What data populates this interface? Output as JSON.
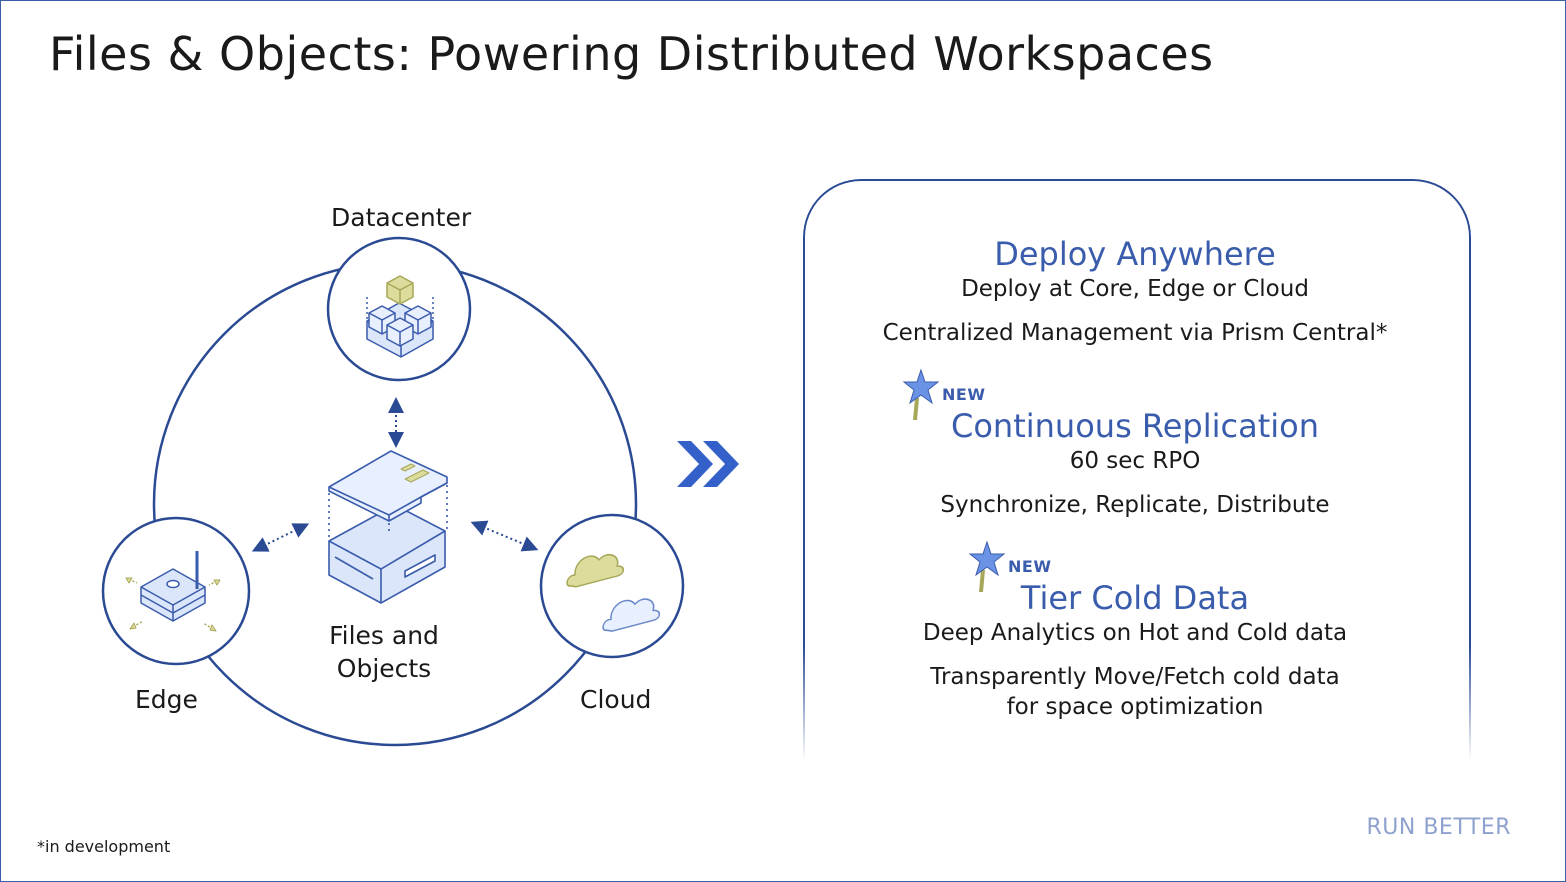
{
  "title": "Files & Objects: Powering Distributed Workspaces",
  "diagram": {
    "datacenter_label": "Datacenter",
    "edge_label": "Edge",
    "cloud_label": "Cloud",
    "center_label_line1": "Files and",
    "center_label_line2": "Objects"
  },
  "panel": {
    "sections": [
      {
        "heading": "Deploy Anywhere",
        "lines": [
          "Deploy at Core, Edge or Cloud",
          "Centralized Management via Prism Central*"
        ]
      },
      {
        "badge": "NEW",
        "heading": "Continuous Replication",
        "lines": [
          "60 sec RPO",
          "Synchronize, Replicate, Distribute"
        ]
      },
      {
        "badge": "NEW",
        "heading": "Tier Cold Data",
        "lines": [
          "Deep Analytics on Hot and Cold data",
          "Transparently Move/Fetch cold data",
          "for space optimization"
        ]
      }
    ]
  },
  "footnote": "*in development",
  "brand": "RUN BETTER",
  "colors": {
    "accent_blue": "#3a5cac",
    "circle_stroke": "#2a4a94",
    "chevron_blue": "#3461c9",
    "icon_fill": "#dce6fb",
    "icon_highlight": "#dcdc9c",
    "brand_gray_blue": "#8fa2cf"
  },
  "icons": {
    "datacenter": "datacenter-cubes-icon",
    "edge": "edge-device-icon",
    "cloud": "clouds-icon",
    "center": "files-objects-storage-icon",
    "next": "double-chevron-right-icon",
    "new": "star-wand-icon"
  }
}
